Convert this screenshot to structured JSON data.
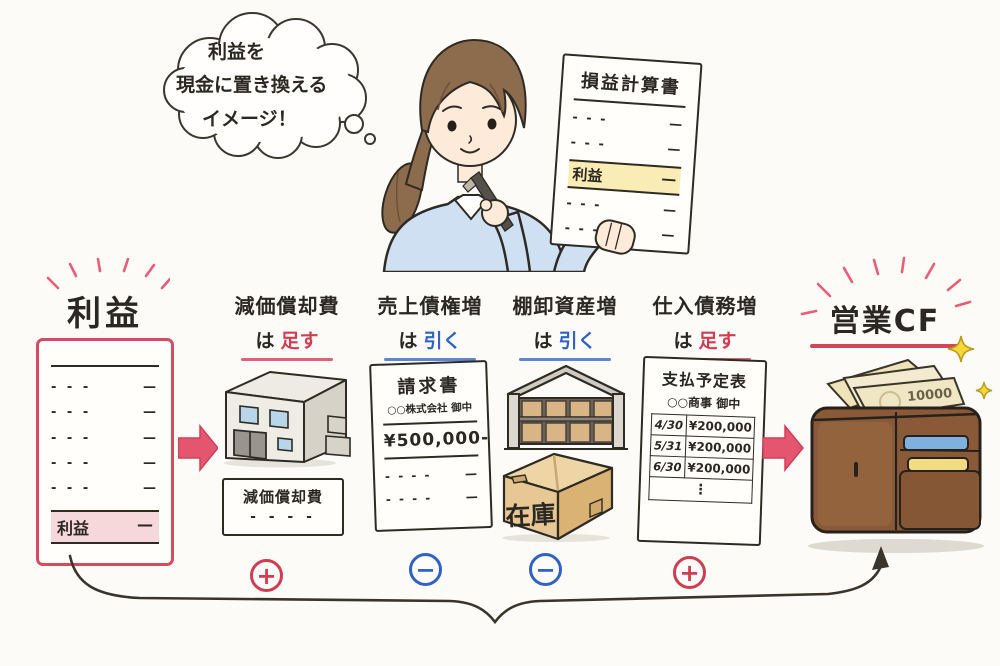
{
  "thought_bubble": {
    "line1": "利益を",
    "line2": "現金に置き換える",
    "line3": "イメージ！"
  },
  "pnl_statement": {
    "title": "損益計算書",
    "row_dashes": "- - -",
    "row_value": "—",
    "highlight_label": "利益",
    "highlight_value": "—"
  },
  "flow": {
    "source_title": "利益",
    "source_doc": {
      "row_dashes": "- - -",
      "row_value": "—",
      "highlight_label": "利益",
      "highlight_value": "—"
    },
    "columns": [
      {
        "title": "減価償却費",
        "particle": "は",
        "action": "足す",
        "sign": "+",
        "type": "red"
      },
      {
        "title": "売上債権増",
        "particle": "は",
        "action": "引く",
        "sign": "−",
        "type": "blue"
      },
      {
        "title": "棚卸資産増",
        "particle": "は",
        "action": "引く",
        "sign": "−",
        "type": "blue"
      },
      {
        "title": "仕入債務増",
        "particle": "は",
        "action": "足す",
        "sign": "+",
        "type": "red"
      }
    ],
    "result_title": "営業CF"
  },
  "depreciation_note": {
    "label": "減価償却費",
    "dashes": "- - - -"
  },
  "invoice": {
    "title": "請求書",
    "addressee": "○○株式会社 御中",
    "amount": "¥500,000-",
    "row_dashes": "- - - -",
    "row_value": "—"
  },
  "inventory": {
    "box_label": "在庫"
  },
  "payment_schedule": {
    "title": "支払予定表",
    "addressee": "○○商事 御中",
    "rows": [
      {
        "date": "4/30",
        "amount": "¥200,000"
      },
      {
        "date": "5/31",
        "amount": "¥200,000"
      },
      {
        "date": "6/30",
        "amount": "¥200,000"
      }
    ],
    "more": "⋮"
  },
  "wallet": {
    "bill_value": "10000"
  },
  "colors": {
    "red": "#d23c50",
    "blue": "#2f62c8",
    "pink": "#e4556f",
    "highlight_yellow": "#f9ecb4",
    "highlight_pink": "#f6d7da"
  }
}
